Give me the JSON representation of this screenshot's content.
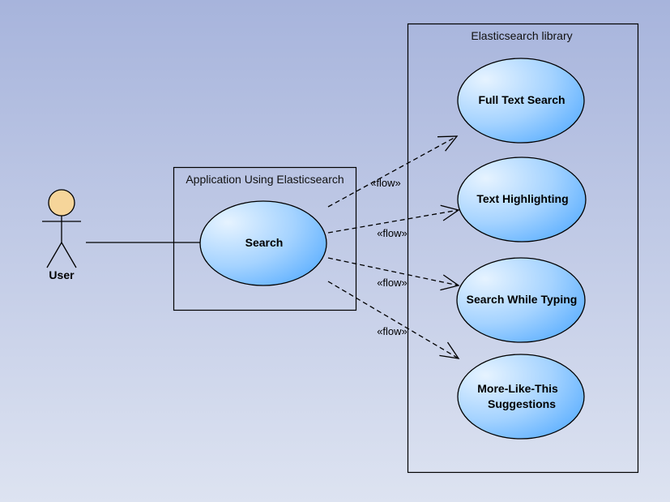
{
  "diagram": {
    "type": "uml-use-case",
    "colors": {
      "background_top": "#a7b4dc",
      "background_bottom": "#dde3f1",
      "usecase_fill_light": "#e6f3ff",
      "usecase_fill_dark": "#5aaeff",
      "actor_head": "#f6d59a",
      "line": "#000000"
    },
    "actor": {
      "label": "User",
      "icon": "stick-figure-icon"
    },
    "boundaries": [
      {
        "id": "app",
        "title": "Application Using Elasticsearch"
      },
      {
        "id": "lib",
        "title": "Elasticsearch library"
      }
    ],
    "use_cases": [
      {
        "id": "search",
        "lines": [
          "Search"
        ]
      },
      {
        "id": "full_text",
        "lines": [
          "Full Text Search"
        ]
      },
      {
        "id": "highlighting",
        "lines": [
          "Text Highlighting"
        ]
      },
      {
        "id": "typing",
        "lines": [
          "Search While Typing"
        ]
      },
      {
        "id": "mlt",
        "lines": [
          "More-Like-This",
          "Suggestions"
        ]
      }
    ],
    "associations": [
      {
        "from": "User",
        "to": "Search"
      }
    ],
    "flows": [
      {
        "from": "Search",
        "to": "Full Text Search",
        "label": "«flow»"
      },
      {
        "from": "Search",
        "to": "Text Highlighting",
        "label": "«flow»"
      },
      {
        "from": "Search",
        "to": "Search While Typing",
        "label": "«flow»"
      },
      {
        "from": "Search",
        "to": "More-Like-This Suggestions",
        "label": "«flow»"
      }
    ]
  }
}
